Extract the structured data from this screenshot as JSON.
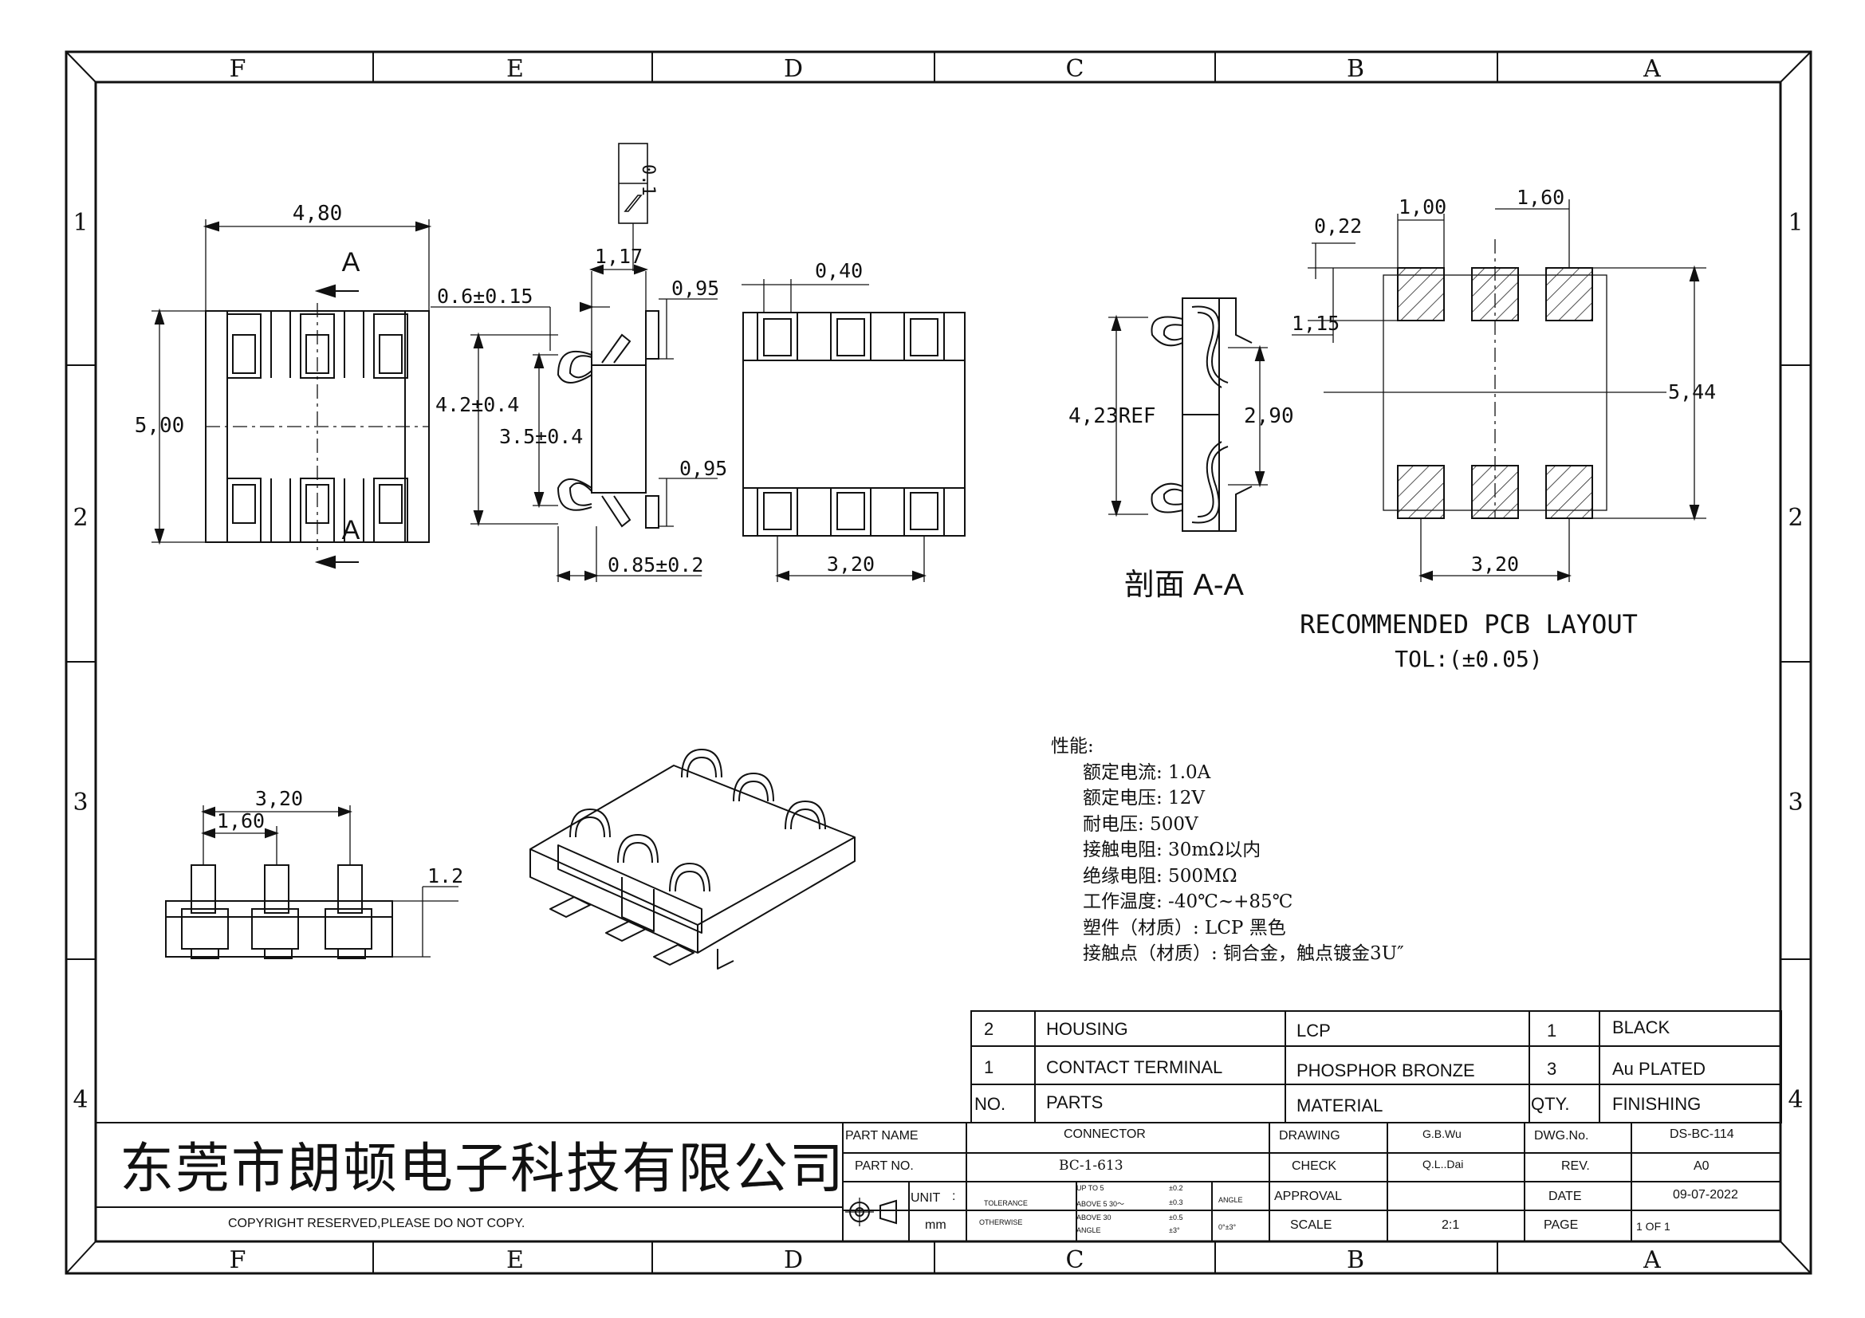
{
  "zones": {
    "columns": [
      "F",
      "E",
      "D",
      "C",
      "B",
      "A"
    ],
    "rows": [
      "1",
      "2",
      "3",
      "4"
    ]
  },
  "dims": {
    "w480": "4,80",
    "h500": "5,00",
    "section_a": "A",
    "side_117": "1,17",
    "side_06": "0.6±0.15",
    "side_095a": "0,95",
    "side_095b": "0,95",
    "side_42": "4.2±0.4",
    "side_35": "3.5±0.4",
    "side_085": "0.85±0.2",
    "flat_01": "0.1",
    "bottom_040": "0,40",
    "bottom_320": "3,20",
    "sec_423": "4,23REF",
    "sec_290": "2,90",
    "pcb_022": "0,22",
    "pcb_100": "1,00",
    "pcb_160": "1,60",
    "pcb_115": "1,15",
    "pcb_544": "5,44",
    "pcb_320": "3,20",
    "front_320": "3,20",
    "front_160": "1,60",
    "front_12": "1.2"
  },
  "section_title": "剖面 A-A",
  "pcb_layout_title": "RECOMMENDED PCB LAYOUT",
  "pcb_layout_tol": "TOL:(±0.05)",
  "specs": {
    "heading": "性能:",
    "lines": [
      "额定电流: 1.0A",
      "额定电压: 12V",
      "耐电压: 500V",
      "接触电阻: 30mΩ以内",
      "绝缘电阻: 500MΩ",
      "工作温度: -40℃~+85℃",
      "塑件（材质）: LCP 黑色",
      "接触点（材质）: 铜合金，触点镀金3U″"
    ]
  },
  "bom": {
    "rows": [
      {
        "no": "2",
        "part": "HOUSING",
        "material": "LCP",
        "qty": "1",
        "finish": "BLACK"
      },
      {
        "no": "1",
        "part": "CONTACT TERMINAL",
        "material": "PHOSPHOR BRONZE",
        "qty": "3",
        "finish": "Au PLATED"
      }
    ],
    "header": {
      "no": "NO.",
      "part": "PARTS",
      "material": "MATERIAL",
      "qty": "QTY.",
      "finish": "FINISHING"
    }
  },
  "title_block": {
    "company": "东莞市朗顿电子科技有限公司",
    "copyright": "COPYRIGHT RESERVED,PLEASE DO NOT COPY.",
    "part_name_label": "PART NAME",
    "part_name": "CONNECTOR",
    "part_no_label": "PART NO.",
    "part_no": "BC-1-613",
    "unit_label": "UNIT",
    "unit_colon": ":",
    "unit_value": "mm",
    "tolerance_label": "TOLERANCE",
    "otherwise_label": "OTHERWISE",
    "tol_rows": [
      {
        "range": "UP TO 5",
        "val": "±0.2"
      },
      {
        "range": "ABOVE 5  30～",
        "val": "±0.3"
      },
      {
        "range": "ABOVE 30",
        "val": "±0.5"
      },
      {
        "range": "ANGLE",
        "val": "±3°"
      }
    ],
    "angle_label": "ANGLE",
    "angle_value": "0°±3°",
    "drawing_label": "DRAWING",
    "drawing_by": "G.B.Wu",
    "check_label": "CHECK",
    "check_by": "Q.L..Dai",
    "approval_label": "APPROVAL",
    "approval_by": "",
    "scale_label": "SCALE",
    "scale_value": "2:1",
    "dwg_label": "DWG.No.",
    "dwg_value": "DS-BC-114",
    "rev_label": "REV.",
    "rev_value": "A0",
    "date_label": "DATE",
    "date_value": "09-07-2022",
    "page_label": "PAGE",
    "page_value": "1 OF 1"
  }
}
